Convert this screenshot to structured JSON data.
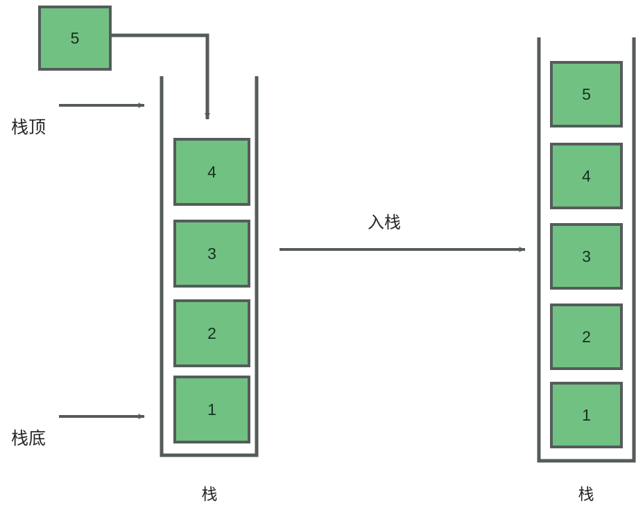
{
  "diagram": {
    "title_text": "",
    "stroke_color": "#555b5b",
    "box_fill_color": "#71c183",
    "box_border_color": "#555b5b",
    "text_color": "#262626",
    "background_color": "#ffffff"
  },
  "incoming_element": {
    "value": "5",
    "name": "incoming-node"
  },
  "labels": {
    "top_pointer": "栈顶",
    "bottom_pointer": "栈底",
    "operation": "入栈",
    "left_caption": "栈",
    "right_caption": "栈"
  },
  "left_stack": {
    "caption": "栈",
    "items_top_to_bottom": [
      "4",
      "3",
      "2",
      "1"
    ]
  },
  "right_stack": {
    "caption": "栈",
    "items_top_to_bottom": [
      "5",
      "4",
      "3",
      "2",
      "1"
    ]
  }
}
